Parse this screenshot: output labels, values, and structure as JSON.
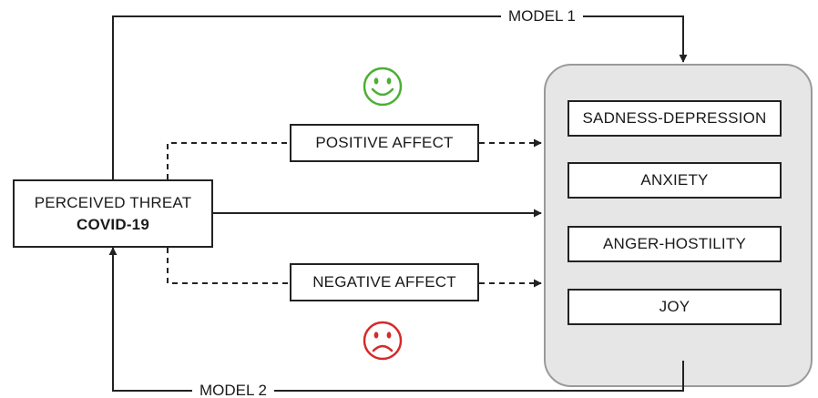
{
  "models": {
    "model1_label": "MODEL 1",
    "model2_label": "MODEL 2"
  },
  "predictor": {
    "line1": "PERCEIVED THREAT",
    "line2": "COVID-19"
  },
  "mediators": {
    "positive": "POSITIVE AFFECT",
    "negative": "NEGATIVE AFFECT"
  },
  "outcomes": [
    "SADNESS-DEPRESSION",
    "ANXIETY",
    "ANGER-HOSTILITY",
    "JOY"
  ],
  "icons": {
    "positive": "smiley-face-icon",
    "negative": "sad-face-icon"
  },
  "colors": {
    "positive_face": "#4caf35",
    "negative_face": "#d42a2a",
    "outcome_panel": "#e6e6e6",
    "lines": "#222222"
  }
}
